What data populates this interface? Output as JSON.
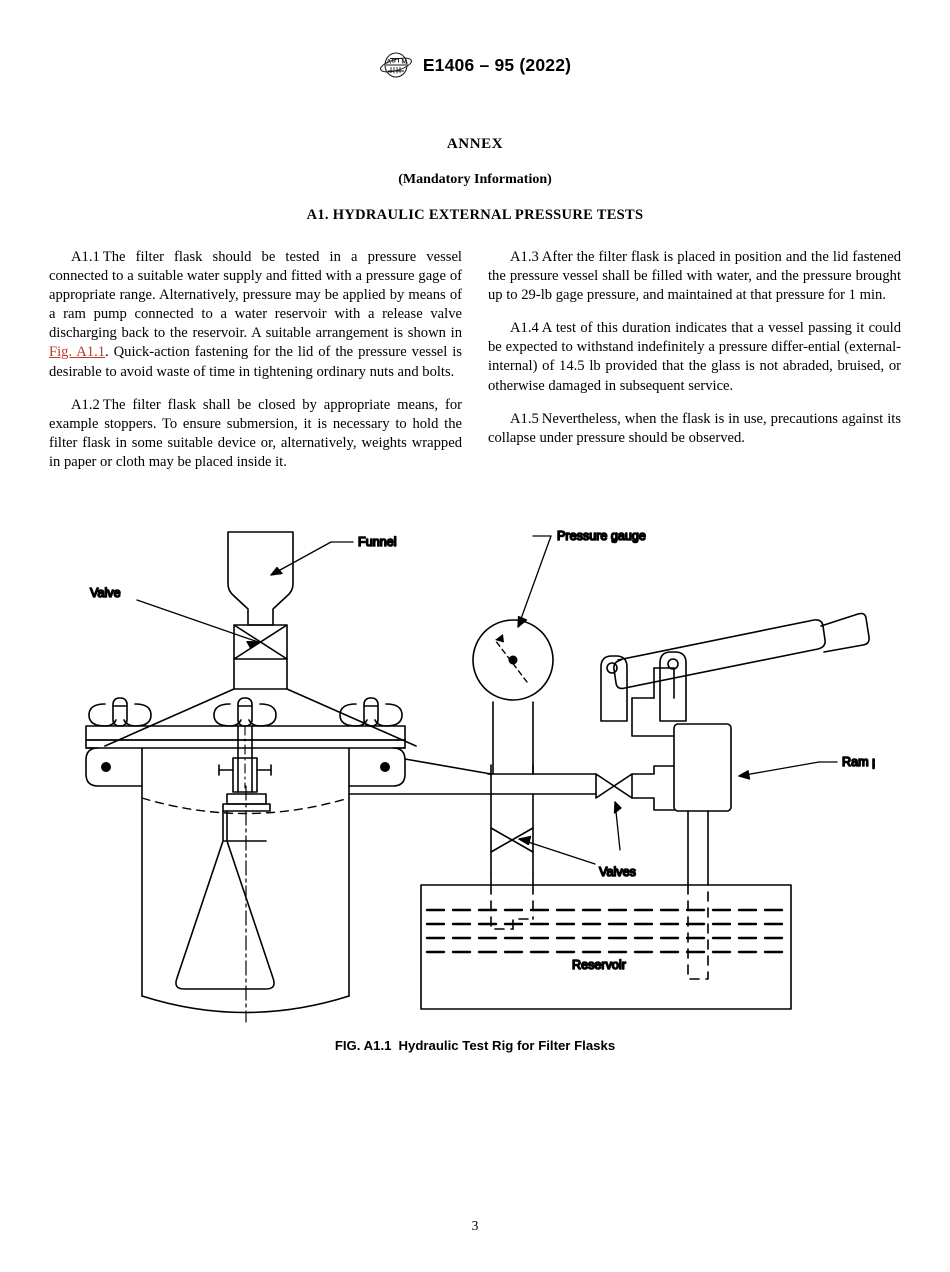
{
  "header": {
    "logo_icon": "astm-logo-icon",
    "designation": "E1406 – 95 (2022)"
  },
  "annex": {
    "title": "ANNEX",
    "subtitle": "(Mandatory Information)",
    "section_title": "A1.   HYDRAULIC EXTERNAL PRESSURE TESTS"
  },
  "body": {
    "left_column": [
      {
        "label": "A1.1",
        "text_before_xref": "The filter flask should be tested in a pressure vessel connected to a suitable water supply and fitted with a pressure gage of appropriate range. Alternatively, pressure may be applied by means of a ram pump connected to a water reservoir with a release valve discharging back to the reservoir. A suitable arrangement is shown in ",
        "xref": "Fig. A1.1",
        "text_after_xref": ". Quick-action fastening for the lid of the pressure vessel is desirable to avoid waste of time in tightening ordinary nuts and bolts."
      },
      {
        "label": "A1.2",
        "text": "The filter flask shall be closed by appropriate means, for example stoppers. To ensure submersion, it is necessary to hold the filter flask in some suitable device or, alternatively, weights wrapped in paper or cloth may be placed inside it."
      }
    ],
    "right_column": [
      {
        "label": "A1.3",
        "text": "After the filter flask is placed in position and the lid fastened the pressure vessel shall be filled with water, and the pressure brought up to 29-lb gage pressure, and maintained at that pressure for 1 min."
      },
      {
        "label": "A1.4",
        "text": "A test of this duration indicates that a vessel passing it could be expected to withstand indefinitely a pressure differ-ential (external-internal) of 14.5 lb provided that the glass is not abraded, bruised, or otherwise damaged in subsequent service."
      },
      {
        "label": "A1.5",
        "text": "Nevertheless, when the flask is in use, precautions against its collapse under pressure should be observed."
      }
    ]
  },
  "figure": {
    "caption_number": "FIG. A1.1",
    "caption_text": "Hydraulic Test Rig for Filter Flasks",
    "labels": {
      "funnel": "Funnel",
      "valve": "Valve",
      "pressure_gauge": "Pressure gauge",
      "ram_pump": "Ram pump",
      "valves": "Valves",
      "reservoir": "Reservoir"
    }
  },
  "footer": {
    "page_number": "3"
  },
  "colors": {
    "ink": "#000000",
    "xref_link": "#c0392b",
    "paper": "#ffffff"
  }
}
